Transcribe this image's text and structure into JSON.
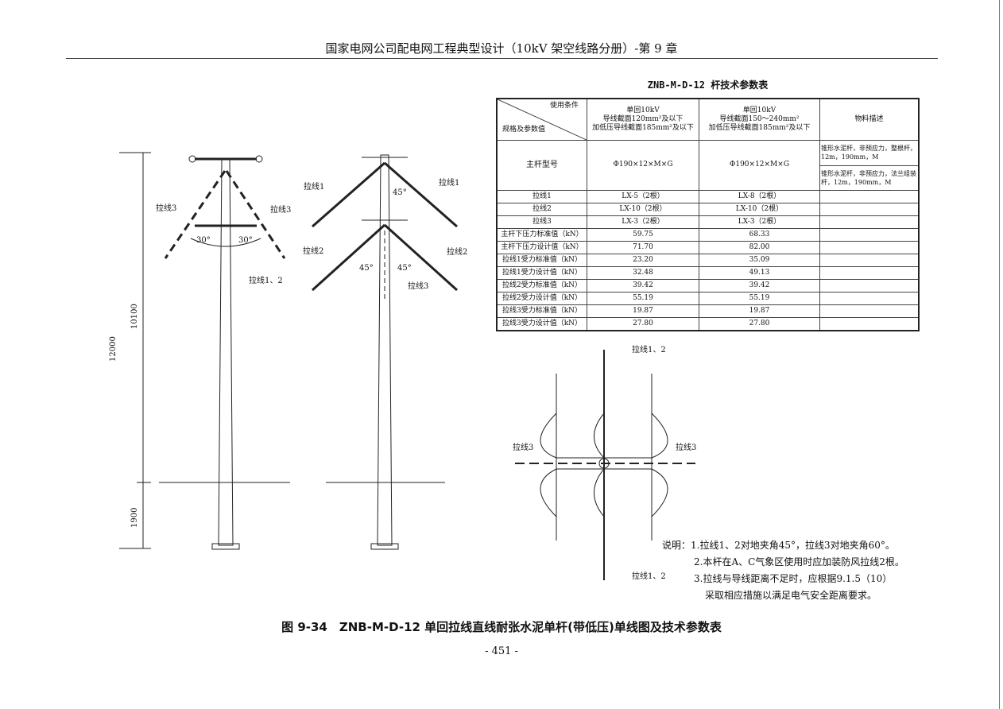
{
  "header": "国家电网公司配电网工程典型设计（10kV 架空线路分册）-第 9 章",
  "table": {
    "title": "ZNB-M-D-12 杆技术参数表",
    "corner_top": "使用条件",
    "corner_bottom": "规格及参数值",
    "col1": [
      "单回10kV",
      "导线截面120mm²及以下",
      "加低压导线截面185mm²及以下"
    ],
    "col2": [
      "单回10kV",
      "导线截面150～240mm²",
      "加低压导线截面185mm²及以下"
    ],
    "col3": "物料描述",
    "main_pole": {
      "label": "主杆型号",
      "v1": "Φ190×12×M×G",
      "v2": "Φ190×12×M×G",
      "desc1": "锥形水泥杆，非预应力，整根杆，12m，190mm，M",
      "desc2": "锥形水泥杆，非预应力，法兰组装杆，12m，190mm，M"
    },
    "rows": [
      {
        "label": "拉线1",
        "v1": "LX-5（2根）",
        "v2": "LX-8（2根）"
      },
      {
        "label": "拉线2",
        "v1": "LX-10（2根）",
        "v2": "LX-10（2根）"
      },
      {
        "label": "拉线3",
        "v1": "LX-3（2根）",
        "v2": "LX-3（2根）"
      },
      {
        "label": "主杆下压力标准值（kN）",
        "v1": "59.75",
        "v2": "68.33"
      },
      {
        "label": "主杆下压力设计值（kN）",
        "v1": "71.70",
        "v2": "82.00"
      },
      {
        "label": "拉线1受力标准值（kN）",
        "v1": "23.20",
        "v2": "35.09"
      },
      {
        "label": "拉线1受力设计值（kN）",
        "v1": "32.48",
        "v2": "49.13"
      },
      {
        "label": "拉线2受力标准值（kN）",
        "v1": "39.42",
        "v2": "39.42"
      },
      {
        "label": "拉线2受力设计值（kN）",
        "v1": "55.19",
        "v2": "55.19"
      },
      {
        "label": "拉线3受力标准值（kN）",
        "v1": "19.87",
        "v2": "19.87"
      },
      {
        "label": "拉线3受力设计值（kN）",
        "v1": "27.80",
        "v2": "27.80"
      }
    ]
  },
  "drawing": {
    "dim_total": "12000",
    "dim_above": "10100",
    "dim_below": "1900",
    "stay1": "拉线1",
    "stay2": "拉线2",
    "stay3": "拉线3",
    "stay12": "拉线1、2",
    "angle30": "30°",
    "angle45": "45°"
  },
  "notes": [
    "说明：1.拉线1、2对地夹角45°，拉线3对地夹角60°。",
    "2.本杆在A、C气象区使用时应加装防风拉线2根。",
    "3.拉线与导线距离不足时，应根据9.1.5（10）",
    "采取相应措施以满足电气安全距离要求。"
  ],
  "caption": "图 9-34　ZNB-M-D-12 单回拉线直线耐张水泥单杆(带低压)单线图及技术参数表",
  "page_number": "- 451 -"
}
